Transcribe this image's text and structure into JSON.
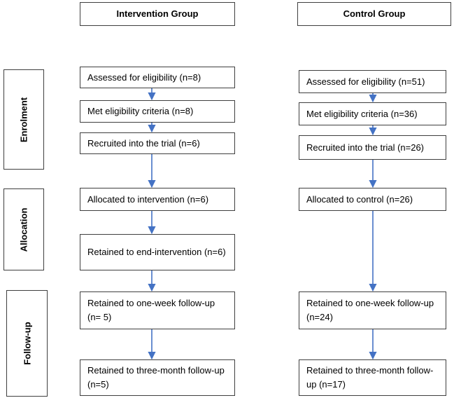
{
  "headers": {
    "intervention": "Intervention Group",
    "control": "Control Group"
  },
  "stages": {
    "enrolment": "Enrolment",
    "allocation": "Allocation",
    "followup": "Follow-up"
  },
  "intervention": {
    "assessed": "Assessed for eligibility (n=8)",
    "met": "Met eligibility criteria (n=8)",
    "recruited": "Recruited into the trial (n=6)",
    "allocated": "Allocated to intervention (n=6)",
    "retained_end": "Retained to end-intervention (n=6)",
    "retained_week": "Retained to one-week follow-up (n= 5)",
    "retained_month": "Retained to three-month follow-up (n=5)"
  },
  "control": {
    "assessed": "Assessed for eligibility (n=51)",
    "met": "Met eligibility criteria (n=36)",
    "recruited": "Recruited into the trial (n=26)",
    "allocated": "Allocated to control (n=26)",
    "retained_week": "Retained to one-week follow-up (n=24)",
    "retained_month": "Retained to three-month follow-up (n=17)"
  },
  "colors": {
    "arrow": "#4472c4",
    "border": "#3f3f3f"
  }
}
